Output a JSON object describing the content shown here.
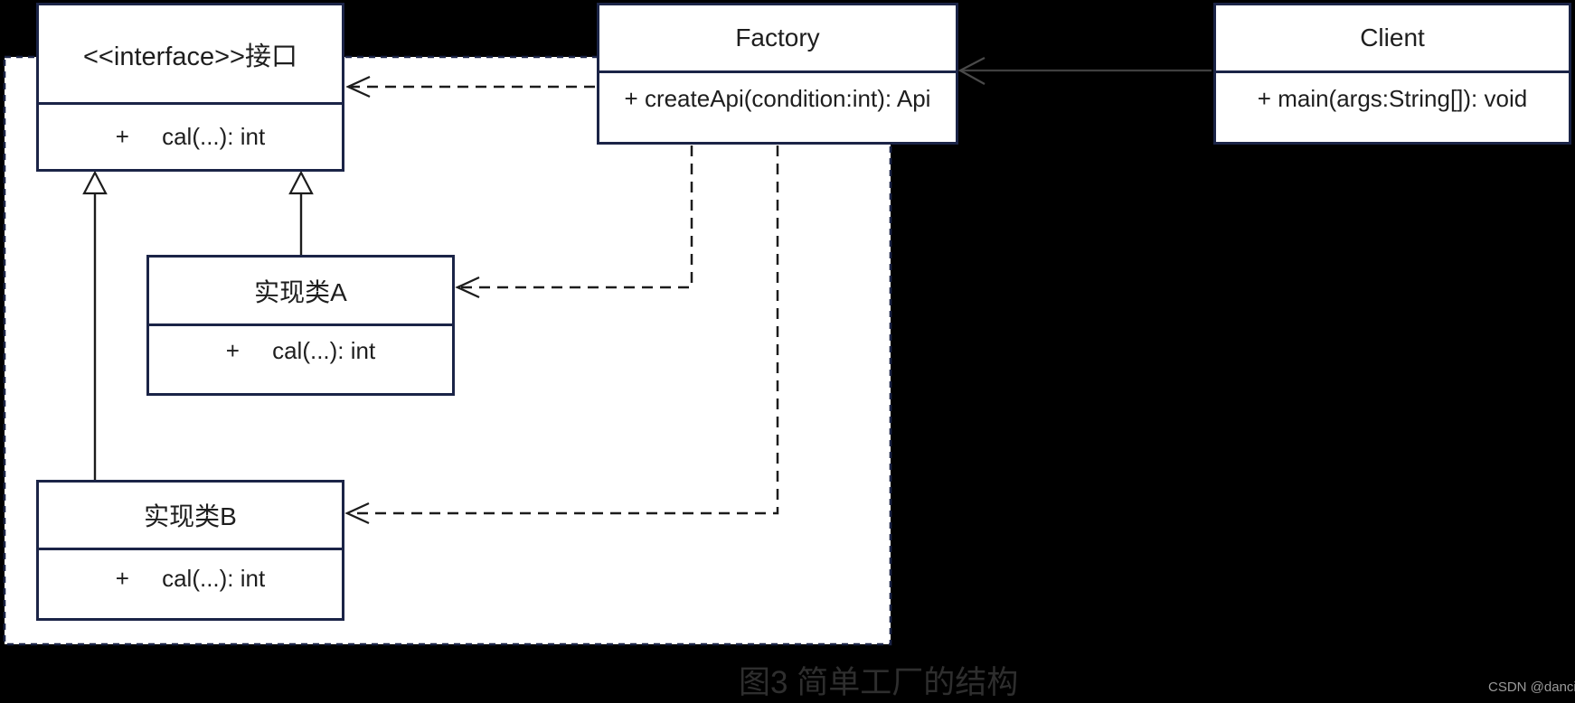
{
  "caption": "图3 简单工厂的结构",
  "watermark": "CSDN @danci_",
  "classes": {
    "api_interface": {
      "name": "<<interface>>接口",
      "methods": "+     cal(...): int"
    },
    "factory": {
      "name": "Factory",
      "methods": "+ createApi(condition:int): Api"
    },
    "client": {
      "name": "Client",
      "methods": "+ main(args:String[]): void"
    },
    "impl_a": {
      "name": "实现类A",
      "methods": "+     cal(...): int"
    },
    "impl_b": {
      "name": "实现类B",
      "methods": "+     cal(...): int"
    }
  },
  "relations": {
    "client_to_factory": {
      "type": "association",
      "from": "Client",
      "to": "Factory",
      "style": "solid-open-arrow"
    },
    "factory_to_interface": {
      "type": "dependency",
      "from": "Factory",
      "to": "<<interface>>接口",
      "style": "dashed-open-arrow"
    },
    "factory_to_impl_a": {
      "type": "dependency",
      "from": "Factory",
      "to": "实现类A",
      "style": "dashed-open-arrow"
    },
    "factory_to_impl_b": {
      "type": "dependency",
      "from": "Factory",
      "to": "实现类B",
      "style": "dashed-open-arrow"
    },
    "impl_a_to_interface": {
      "type": "generalization",
      "from": "实现类A",
      "to": "<<interface>>接口",
      "style": "solid-hollow-triangle"
    },
    "impl_b_to_interface": {
      "type": "generalization",
      "from": "实现类B",
      "to": "<<interface>>接口",
      "style": "solid-hollow-triangle"
    }
  },
  "colors": {
    "canvas_background": "#000000",
    "paper_fill": "#ffffff",
    "box_border": "#1b2447",
    "diagram_line": "#1c1c1c",
    "outer_arrow_line": "#404040",
    "text": "#1e1e1e",
    "caption_text": "#2e2e2e",
    "watermark_text": "#9a9a9a"
  }
}
